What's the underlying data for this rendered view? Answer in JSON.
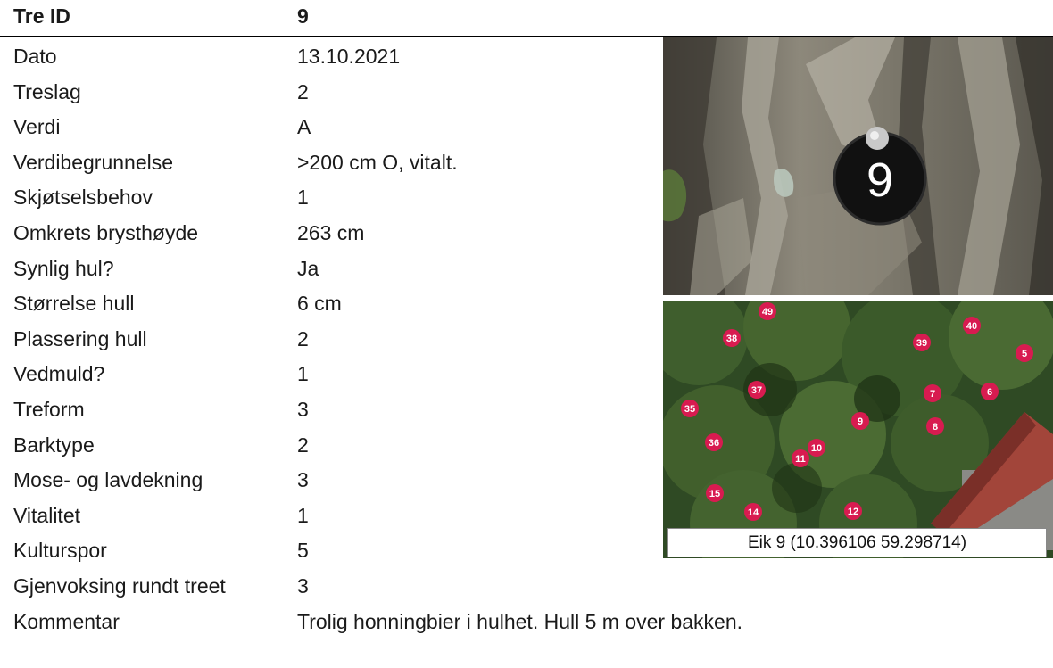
{
  "header": {
    "label": "Tre ID",
    "value": "9"
  },
  "rows": [
    {
      "label": "Dato",
      "value": "13.10.2021"
    },
    {
      "label": "Treslag",
      "value": "2"
    },
    {
      "label": "Verdi",
      "value": "A"
    },
    {
      "label": "Verdibegrunnelse",
      "value": ">200 cm O, vitalt."
    },
    {
      "label": "Skjøtselsbehov",
      "value": "1"
    },
    {
      "label": "Omkrets brysthøyde",
      "value": "263 cm"
    },
    {
      "label": "Synlig hul?",
      "value": "Ja"
    },
    {
      "label": "Størrelse hull",
      "value": "6 cm"
    },
    {
      "label": "Plassering hull",
      "value": "2"
    },
    {
      "label": "Vedmuld?",
      "value": "1"
    },
    {
      "label": "Treform",
      "value": "3"
    },
    {
      "label": "Barktype",
      "value": "2"
    },
    {
      "label": "Mose- og lavdekning",
      "value": "3"
    },
    {
      "label": "Vitalitet",
      "value": "1"
    },
    {
      "label": "Kulturspor",
      "value": "5"
    },
    {
      "label": "Gjenvoksing rundt treet",
      "value": "3"
    },
    {
      "label": "Kommentar",
      "value": "Trolig honningbier i hulhet. Hull 5 m over bakken."
    }
  ],
  "photo": {
    "tag_number": "9"
  },
  "map": {
    "caption": "Eik 9 (10.396106 59.298714)",
    "marker_color": "#d81b50",
    "markers": [
      "49",
      "40",
      "38",
      "39",
      "5",
      "37",
      "7",
      "6",
      "35",
      "9",
      "8",
      "36",
      "10",
      "11",
      "15",
      "14",
      "12"
    ]
  }
}
